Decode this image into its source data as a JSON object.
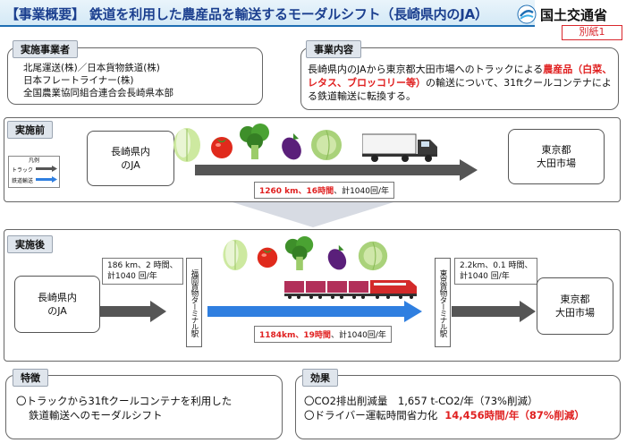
{
  "header": {
    "title": "【事業概要】 鉄道を利用した農産品を輸送するモーダルシフト（長崎県内のJA）",
    "org": "国土交通省",
    "attachment": "別紙1"
  },
  "implementer": {
    "label": "実施事業者",
    "lines": [
      "北尾運送(株)／日本貨物鉄道(株)",
      "日本フレートライナー(株)",
      "全国農業協同組合連合会長崎県本部"
    ]
  },
  "business": {
    "label": "事業内容",
    "text_a": "長崎県内のJAから東京都大田市場へのトラックによる",
    "text_red": "農産品（白菜、レタス、ブロッコリー等）",
    "text_b": "の輸送について、31ftクールコンテナによる鉄道輸送に転換する。"
  },
  "before": {
    "label": "実施前",
    "legend_title": "凡例",
    "legend_truck": "トラック",
    "legend_rail": "鉄道輸送",
    "origin": "長崎県内\nのJA",
    "dest": "東京都\n大田市場",
    "route_red": "1260 km、16時間",
    "route_rest": "、計1040回/年"
  },
  "after": {
    "label": "実施後",
    "origin": "長崎県内\nのJA",
    "dest": "東京都\n大田市場",
    "leg1": "186 km、2 時間、\n計1040 回/年",
    "terminal1": "福岡貨物ターミナル駅",
    "route_red": "1184km、19時間",
    "route_rest": "、計1040回/年",
    "terminal2": "東京貨物ターミナル駅",
    "leg2": "2.2km、0.1 時間、\n計1040 回/年"
  },
  "feature": {
    "label": "特徴",
    "line1": "〇トラックから31ftクールコンテナを利用した",
    "line2": "鉄道輸送へのモーダルシフト"
  },
  "effect": {
    "label": "効果",
    "line1": "〇CO2排出削減量　1,657 t-CO2/年（73%削減）",
    "line2_a": "〇ドライバー運転時間省力化",
    "line2_red": "14,456時間/年（87%削減）"
  },
  "colors": {
    "accent": "#1b3f8f",
    "red": "#e02020",
    "rail_blue": "#2f7fe0",
    "truck_gray": "#555555"
  }
}
